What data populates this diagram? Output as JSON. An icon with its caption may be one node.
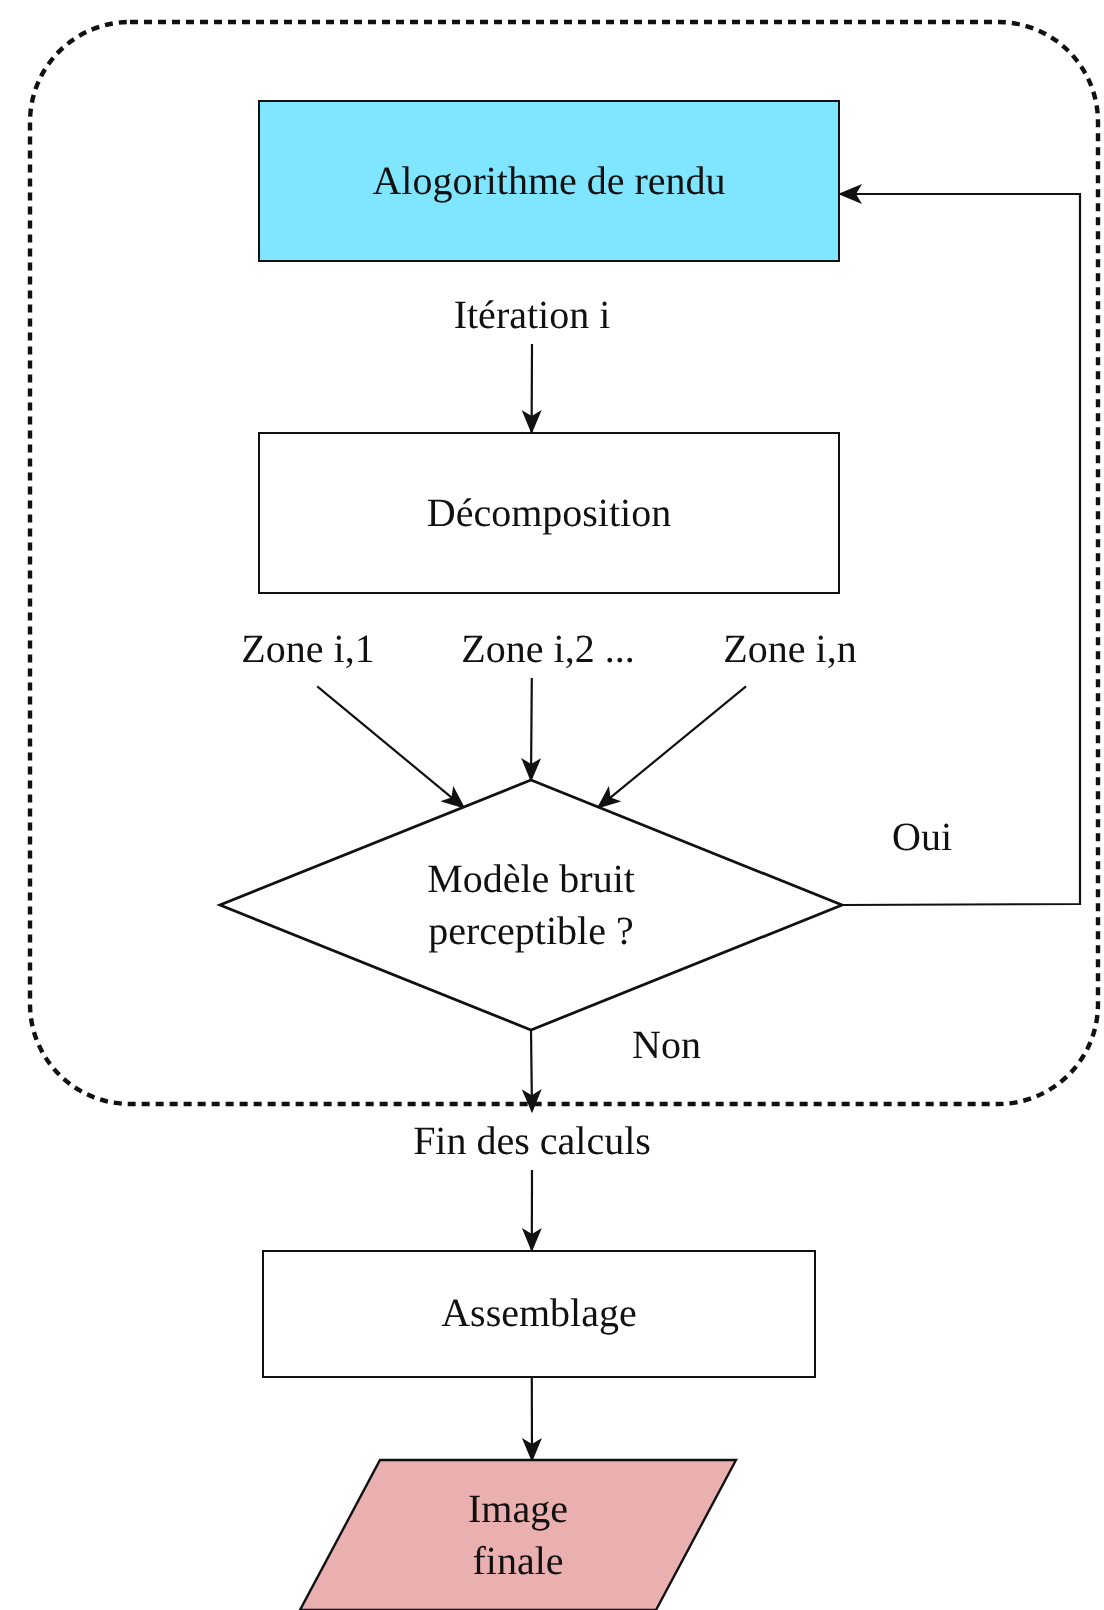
{
  "diagram": {
    "nodes": [
      {
        "text": [],
        "shape": "box"
      },
      {
        "text": [
          "Alogorithme de rendu"
        ],
        "in": 0
      },
      {
        "text": [
          "Itération i"
        ],
        "in": 0
      },
      {
        "text": [
          "Décomposition"
        ],
        "in": 0
      },
      {
        "text": [
          "Zone i,1"
        ],
        "in": 0
      },
      {
        "text": [
          "Zone i,2 ..."
        ],
        "in": 0
      },
      {
        "text": [
          "Zone i,n"
        ],
        "in": 0
      },
      {
        "text": [
          "Modèle bruit perceptible ?"
        ],
        "in": 0
      },
      {
        "text": [
          "Fin des calculs"
        ]
      },
      {
        "text": [
          "Assemblage"
        ]
      },
      {
        "text": [
          "Image finale"
        ]
      }
    ],
    "edges": [
      {
        "from": 2,
        "to": 3,
        "arrow": "to"
      },
      {
        "from": 4,
        "to": 7,
        "arrow": "to"
      },
      {
        "from": 5,
        "to": 7,
        "arrow": "to"
      },
      {
        "from": 6,
        "to": 7,
        "arrow": "to"
      },
      {
        "from": 7,
        "to": 1,
        "arrow": "to",
        "label": "Oui"
      },
      {
        "from": 7,
        "to": 8,
        "arrow": "to",
        "label": "Non"
      },
      {
        "from": 8,
        "to": 9,
        "arrow": "to"
      },
      {
        "from": 9,
        "to": 10,
        "arrow": "to"
      }
    ]
  }
}
